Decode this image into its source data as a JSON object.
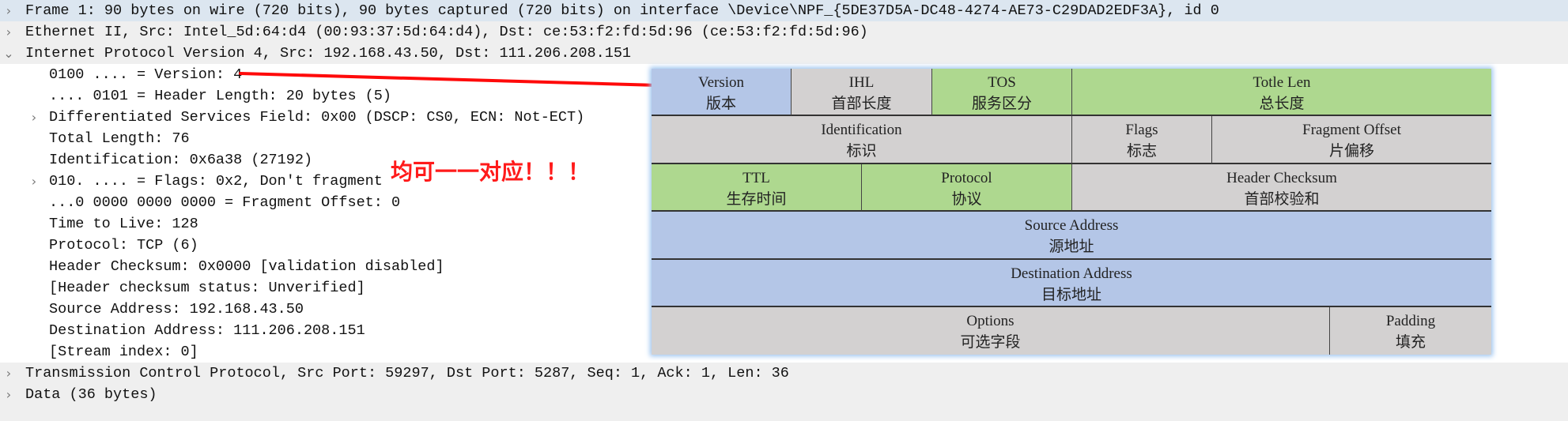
{
  "tree": [
    {
      "level": 0,
      "expanded": false,
      "text": "Frame 1: 90 bytes on wire (720 bits), 90 bytes captured (720 bits) on interface \\Device\\NPF_{5DE37D5A-DC48-4274-AE73-C29DAD2EDF3A}, id 0"
    },
    {
      "level": 0,
      "expanded": false,
      "text": "Ethernet II, Src: Intel_5d:64:d4 (00:93:37:5d:64:d4), Dst: ce:53:f2:fd:5d:96 (ce:53:f2:fd:5d:96)"
    },
    {
      "level": 0,
      "expanded": true,
      "text": "Internet Protocol Version 4, Src: 192.168.43.50, Dst: 111.206.208.151"
    },
    {
      "level": 1,
      "text": "0100 .... = Version: 4"
    },
    {
      "level": 1,
      "text": ".... 0101 = Header Length: 20 bytes (5)"
    },
    {
      "level": 1,
      "expanded": false,
      "text": "Differentiated Services Field: 0x00 (DSCP: CS0, ECN: Not-ECT)"
    },
    {
      "level": 1,
      "text": "Total Length: 76"
    },
    {
      "level": 1,
      "text": "Identification: 0x6a38 (27192)"
    },
    {
      "level": 1,
      "expanded": false,
      "text": "010. .... = Flags: 0x2, Don't fragment"
    },
    {
      "level": 1,
      "text": "...0 0000 0000 0000 = Fragment Offset: 0"
    },
    {
      "level": 1,
      "text": "Time to Live: 128"
    },
    {
      "level": 1,
      "text": "Protocol: TCP (6)"
    },
    {
      "level": 1,
      "text": "Header Checksum: 0x0000 [validation disabled]"
    },
    {
      "level": 1,
      "text": "[Header checksum status: Unverified]"
    },
    {
      "level": 1,
      "text": "Source Address: 192.168.43.50"
    },
    {
      "level": 1,
      "text": "Destination Address: 111.206.208.151"
    },
    {
      "level": 1,
      "text": "[Stream index: 0]"
    },
    {
      "level": 0,
      "expanded": false,
      "text": "Transmission Control Protocol, Src Port: 59297, Dst Port: 5287, Seq: 1, Ack: 1, Len: 36"
    },
    {
      "level": 0,
      "expanded": false,
      "text": "Data (36 bytes)"
    }
  ],
  "annotation": "均可一一对应！！！",
  "header_table": {
    "version": {
      "en": "Version",
      "zh": "版本"
    },
    "ihl": {
      "en": "IHL",
      "zh": "首部长度"
    },
    "tos": {
      "en": "TOS",
      "zh": "服务区分"
    },
    "total_len": {
      "en": "Totle Len",
      "zh": "总长度"
    },
    "identification": {
      "en": "Identification",
      "zh": "标识"
    },
    "flags": {
      "en": "Flags",
      "zh": "标志"
    },
    "fragment_offset": {
      "en": "Fragment Offset",
      "zh": "片偏移"
    },
    "ttl": {
      "en": "TTL",
      "zh": "生存时间"
    },
    "protocol": {
      "en": "Protocol",
      "zh": "协议"
    },
    "checksum": {
      "en": "Header Checksum",
      "zh": "首部校验和"
    },
    "source": {
      "en": "Source Address",
      "zh": "源地址"
    },
    "destination": {
      "en": "Destination Address",
      "zh": "目标地址"
    },
    "options": {
      "en": "Options",
      "zh": "可选字段"
    },
    "padding": {
      "en": "Padding",
      "zh": "填充"
    }
  },
  "colors": {
    "blue": "#b4c6e7",
    "green": "#aed88f",
    "gray": "#d3d1d1",
    "annotation": "#ff1a1a"
  }
}
